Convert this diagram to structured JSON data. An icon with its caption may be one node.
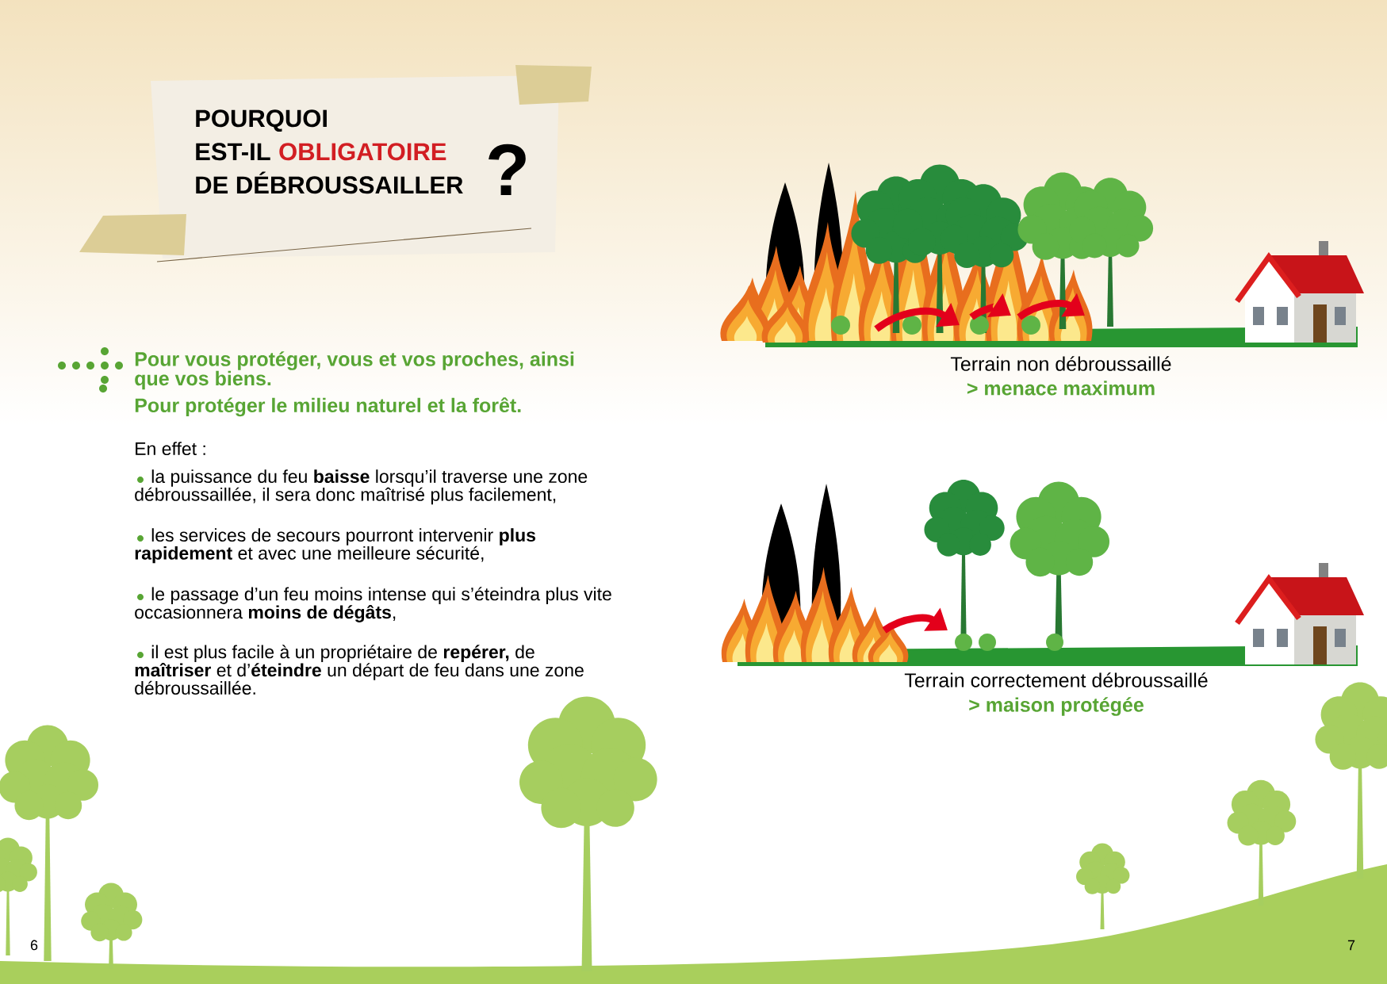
{
  "diagram": {
    "nodes": [
      {
        "text": [
          "POURQUOI",
          "EST-IL",
          "OBLIGATOIRE",
          "DE DÉBROUSSAILLER",
          "?"
        ]
      }
    ],
    "labels": [
      "Pour vous protéger, vous et vos proches, ainsi que vos biens.",
      "Pour protéger le milieu naturel et la forêt.",
      "En effet :",
      "la puissance du feu **baisse** lorsqu’il traverse une zone débroussaillée, il sera donc maîtrisé plus facilement,",
      "les services de secours pourront intervenir **plus rapidement** et avec une meilleure sécurité,",
      "le passage d’un feu moins intense qui s’éteindra plus vite occasionnera **moins de dégâts**,",
      "il est plus facile à un propriétaire de **repérer,** de **maîtriser** et d’**éteindre** un départ de feu dans une zone débroussaillée.",
      "Terrain non débroussaillé",
      "> menace maximum",
      "Terrain correctement débroussaillé",
      "> maison protégée",
      "6",
      "7"
    ]
  }
}
